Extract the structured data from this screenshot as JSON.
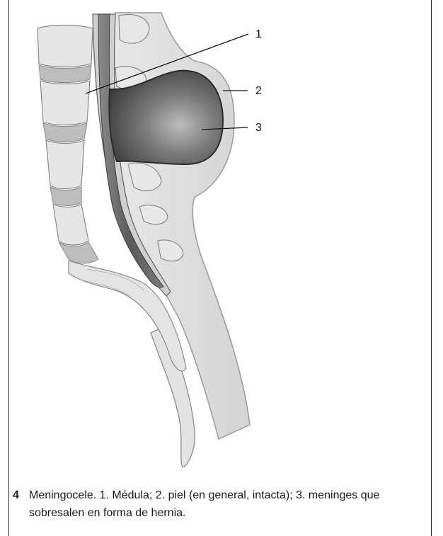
{
  "figure": {
    "number": "4",
    "caption": "Meningocele. 1. Médula; 2. piel (en general, intacta); 3. meninges que sobresalen en forma de hernia.",
    "labels": [
      "1",
      "2",
      "3"
    ]
  },
  "colors": {
    "frame": "#222222",
    "bone": "#e2e2e2",
    "disc": "#b9b9b9",
    "skin": "#dcdcdc",
    "sac": "#4c4c4c",
    "cord": "#6a6a6a"
  }
}
